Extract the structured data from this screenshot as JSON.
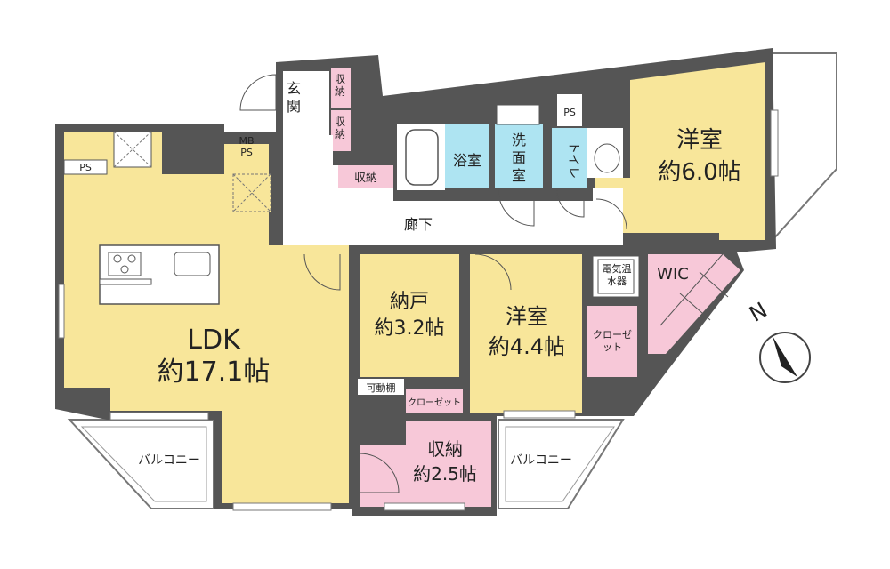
{
  "rooms": {
    "ldk": {
      "name": "LDK",
      "size": "約17.1帖"
    },
    "western1": {
      "name": "洋室",
      "size": "約6.0帖"
    },
    "western2": {
      "name": "洋室",
      "size": "約4.4帖"
    },
    "nando": {
      "name": "納戸",
      "size": "約3.2帖"
    },
    "storage_big": {
      "name": "収納",
      "size": "約2.5帖"
    },
    "entrance": "玄関",
    "corridor": "廊下",
    "bath": "浴室",
    "washroom": "洗面室",
    "toilet": "トイレ",
    "wic": "WIC",
    "balcony_left": "バルコニー",
    "balcony_right": "バルコニー"
  },
  "small_labels": {
    "storage_1": "収納",
    "storage_2": "収納",
    "storage_3": "収納",
    "mb_ps": "MB PS",
    "ps_left": "PS",
    "ps_right": "PS",
    "shelf": "可動棚",
    "closet_small": "クローゼット",
    "closet_western": "クローゼット",
    "water_heater": "電気温水器"
  },
  "compass": {
    "label": "N"
  },
  "colors": {
    "wall": "#555555",
    "living": "#f8e69a",
    "wet": "#aee4f2",
    "storage": "#f7c8d8",
    "corridor": "#ffffff"
  }
}
